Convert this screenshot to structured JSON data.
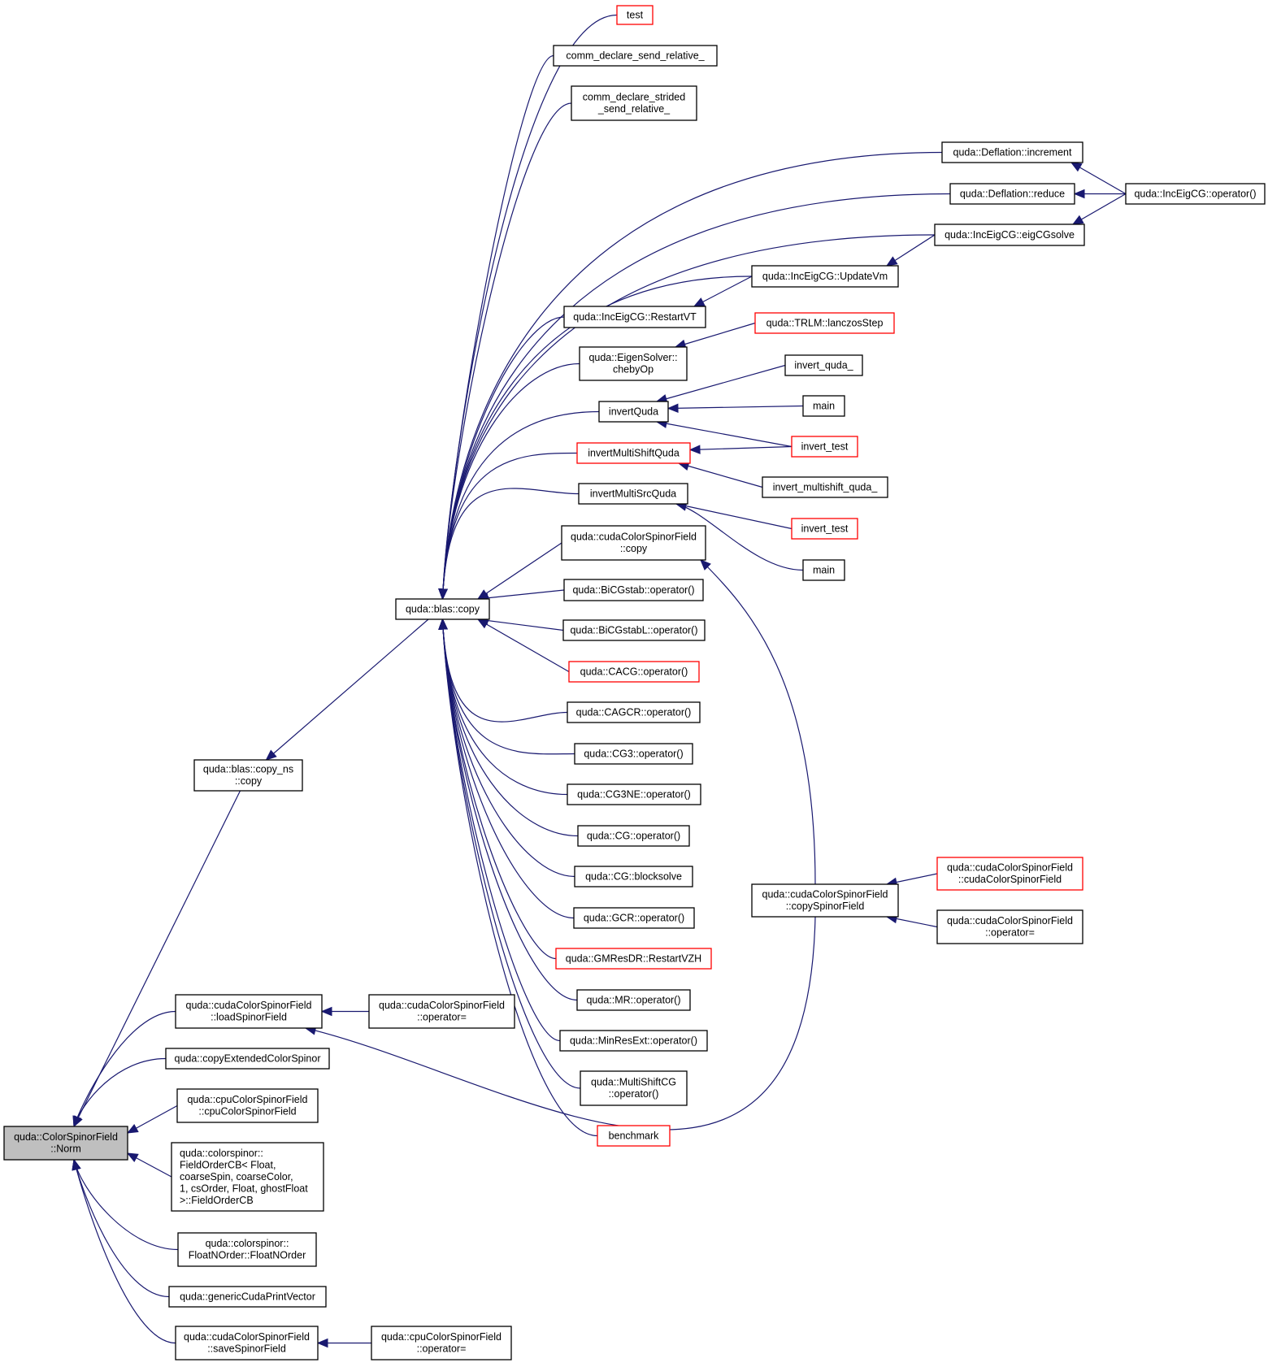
{
  "colors": {
    "edge": "#191970",
    "node_border": "#000000",
    "node_border_truncated": "#ff0000",
    "root_fill": "#bfbfbf",
    "background": "#ffffff"
  },
  "nodes": [
    {
      "id": "norm",
      "lines": [
        "quda::ColorSpinorField",
        "::Norm"
      ],
      "style": "root"
    },
    {
      "id": "copyns",
      "lines": [
        "quda::blas::copy_ns",
        "::copy"
      ],
      "style": "normal"
    },
    {
      "id": "blascopy",
      "lines": [
        "quda::blas::copy"
      ],
      "style": "normal"
    },
    {
      "id": "test",
      "lines": [
        "test"
      ],
      "style": "red"
    },
    {
      "id": "cdsr",
      "lines": [
        "comm_declare_send_relative_"
      ],
      "style": "normal"
    },
    {
      "id": "cdssr",
      "lines": [
        "comm_declare_strided",
        "_send_relative_"
      ],
      "style": "normal"
    },
    {
      "id": "definc",
      "lines": [
        "quda::Deflation::increment"
      ],
      "style": "normal"
    },
    {
      "id": "defred",
      "lines": [
        "quda::Deflation::reduce"
      ],
      "style": "normal"
    },
    {
      "id": "iegop",
      "lines": [
        "quda::IncEigCG::operator()"
      ],
      "style": "normal"
    },
    {
      "id": "eigcg",
      "lines": [
        "quda::IncEigCG::eigCGsolve"
      ],
      "style": "normal"
    },
    {
      "id": "updvm",
      "lines": [
        "quda::IncEigCG::UpdateVm"
      ],
      "style": "normal"
    },
    {
      "id": "restvt",
      "lines": [
        "quda::IncEigCG::RestartVT"
      ],
      "style": "normal"
    },
    {
      "id": "lanczos",
      "lines": [
        "quda::TRLM::lanczosStep"
      ],
      "style": "red"
    },
    {
      "id": "cheby",
      "lines": [
        "quda::EigenSolver::",
        "chebyOp"
      ],
      "style": "normal"
    },
    {
      "id": "invquda_",
      "lines": [
        "invert_quda_"
      ],
      "style": "normal"
    },
    {
      "id": "main1",
      "lines": [
        "main"
      ],
      "style": "normal"
    },
    {
      "id": "invquda",
      "lines": [
        "invertQuda"
      ],
      "style": "normal"
    },
    {
      "id": "invtest1",
      "lines": [
        "invert_test"
      ],
      "style": "red"
    },
    {
      "id": "invmsq",
      "lines": [
        "invertMultiShiftQuda"
      ],
      "style": "red"
    },
    {
      "id": "invms_",
      "lines": [
        "invert_multishift_quda_"
      ],
      "style": "normal"
    },
    {
      "id": "invmsrc",
      "lines": [
        "invertMultiSrcQuda"
      ],
      "style": "normal"
    },
    {
      "id": "invtest2",
      "lines": [
        "invert_test"
      ],
      "style": "red"
    },
    {
      "id": "main2",
      "lines": [
        "main"
      ],
      "style": "normal"
    },
    {
      "id": "cudacopy",
      "lines": [
        "quda::cudaColorSpinorField",
        "::copy"
      ],
      "style": "normal"
    },
    {
      "id": "bicgstab",
      "lines": [
        "quda::BiCGstab::operator()"
      ],
      "style": "normal"
    },
    {
      "id": "bicgstabl",
      "lines": [
        "quda::BiCGstabL::operator()"
      ],
      "style": "normal"
    },
    {
      "id": "cacg",
      "lines": [
        "quda::CACG::operator()"
      ],
      "style": "red"
    },
    {
      "id": "cagcr",
      "lines": [
        "quda::CAGCR::operator()"
      ],
      "style": "normal"
    },
    {
      "id": "cg3",
      "lines": [
        "quda::CG3::operator()"
      ],
      "style": "normal"
    },
    {
      "id": "cg3ne",
      "lines": [
        "quda::CG3NE::operator()"
      ],
      "style": "normal"
    },
    {
      "id": "cg",
      "lines": [
        "quda::CG::operator()"
      ],
      "style": "normal"
    },
    {
      "id": "cgblock",
      "lines": [
        "quda::CG::blocksolve"
      ],
      "style": "normal"
    },
    {
      "id": "gcr",
      "lines": [
        "quda::GCR::operator()"
      ],
      "style": "normal"
    },
    {
      "id": "gmres",
      "lines": [
        "quda::GMResDR::RestartVZH"
      ],
      "style": "red"
    },
    {
      "id": "mr",
      "lines": [
        "quda::MR::operator()"
      ],
      "style": "normal"
    },
    {
      "id": "minres",
      "lines": [
        "quda::MinResExt::operator()"
      ],
      "style": "normal"
    },
    {
      "id": "mscg",
      "lines": [
        "quda::MultiShiftCG",
        "::operator()"
      ],
      "style": "normal"
    },
    {
      "id": "bench",
      "lines": [
        "benchmark"
      ],
      "style": "red"
    },
    {
      "id": "copysf",
      "lines": [
        "quda::cudaColorSpinorField",
        "::copySpinorField"
      ],
      "style": "normal"
    },
    {
      "id": "cudactor",
      "lines": [
        "quda::cudaColorSpinorField",
        "::cudaColorSpinorField"
      ],
      "style": "red"
    },
    {
      "id": "cudaeq1",
      "lines": [
        "quda::cudaColorSpinorField",
        "::operator="
      ],
      "style": "normal"
    },
    {
      "id": "loadsf",
      "lines": [
        "quda::cudaColorSpinorField",
        "::loadSpinorField"
      ],
      "style": "normal"
    },
    {
      "id": "cudaeq2",
      "lines": [
        "quda::cudaColorSpinorField",
        "::operator="
      ],
      "style": "normal"
    },
    {
      "id": "copyext",
      "lines": [
        "quda::copyExtendedColorSpinor"
      ],
      "style": "normal"
    },
    {
      "id": "cpuctor",
      "lines": [
        "quda::cpuColorSpinorField",
        "::cpuColorSpinorField"
      ],
      "style": "normal"
    },
    {
      "id": "focb",
      "lines": [
        "quda::colorspinor::",
        "FieldOrderCB< Float,",
        " coarseSpin, coarseColor,",
        " 1, csOrder, Float, ghostFloat",
        " >::FieldOrderCB"
      ],
      "style": "normal",
      "align": "left"
    },
    {
      "id": "fno",
      "lines": [
        "quda::colorspinor::",
        "FloatNOrder::FloatNOrder"
      ],
      "style": "normal"
    },
    {
      "id": "gcpv",
      "lines": [
        "quda::genericCudaPrintVector"
      ],
      "style": "normal"
    },
    {
      "id": "savesf",
      "lines": [
        "quda::cudaColorSpinorField",
        "::saveSpinorField"
      ],
      "style": "normal"
    },
    {
      "id": "cpueq",
      "lines": [
        "quda::cpuColorSpinorField",
        "::operator="
      ],
      "style": "normal"
    }
  ],
  "edges": [
    {
      "from": "copyns",
      "to": "norm"
    },
    {
      "from": "loadsf",
      "to": "norm"
    },
    {
      "from": "copyext",
      "to": "norm"
    },
    {
      "from": "cpuctor",
      "to": "norm"
    },
    {
      "from": "focb",
      "to": "norm"
    },
    {
      "from": "fno",
      "to": "norm"
    },
    {
      "from": "gcpv",
      "to": "norm"
    },
    {
      "from": "savesf",
      "to": "norm"
    },
    {
      "from": "blascopy",
      "to": "copyns"
    },
    {
      "from": "test",
      "to": "blascopy"
    },
    {
      "from": "cdsr",
      "to": "blascopy"
    },
    {
      "from": "cdssr",
      "to": "blascopy"
    },
    {
      "from": "definc",
      "to": "blascopy"
    },
    {
      "from": "defred",
      "to": "blascopy"
    },
    {
      "from": "eigcg",
      "to": "blascopy"
    },
    {
      "from": "updvm",
      "to": "blascopy"
    },
    {
      "from": "restvt",
      "to": "blascopy"
    },
    {
      "from": "cheby",
      "to": "blascopy"
    },
    {
      "from": "invquda",
      "to": "blascopy"
    },
    {
      "from": "invmsq",
      "to": "blascopy"
    },
    {
      "from": "invmsrc",
      "to": "blascopy"
    },
    {
      "from": "cudacopy",
      "to": "blascopy"
    },
    {
      "from": "bicgstab",
      "to": "blascopy"
    },
    {
      "from": "bicgstabl",
      "to": "blascopy"
    },
    {
      "from": "cacg",
      "to": "blascopy"
    },
    {
      "from": "cagcr",
      "to": "blascopy"
    },
    {
      "from": "cg3",
      "to": "blascopy"
    },
    {
      "from": "cg3ne",
      "to": "blascopy"
    },
    {
      "from": "cg",
      "to": "blascopy"
    },
    {
      "from": "cgblock",
      "to": "blascopy"
    },
    {
      "from": "gcr",
      "to": "blascopy"
    },
    {
      "from": "gmres",
      "to": "blascopy"
    },
    {
      "from": "mr",
      "to": "blascopy"
    },
    {
      "from": "minres",
      "to": "blascopy"
    },
    {
      "from": "mscg",
      "to": "blascopy"
    },
    {
      "from": "bench",
      "to": "blascopy"
    },
    {
      "from": "iegop",
      "to": "definc"
    },
    {
      "from": "iegop",
      "to": "defred"
    },
    {
      "from": "iegop",
      "to": "eigcg"
    },
    {
      "from": "eigcg",
      "to": "updvm"
    },
    {
      "from": "updvm",
      "to": "restvt"
    },
    {
      "from": "lanczos",
      "to": "cheby"
    },
    {
      "from": "invquda_",
      "to": "invquda"
    },
    {
      "from": "main1",
      "to": "invquda"
    },
    {
      "from": "invtest1",
      "to": "invquda"
    },
    {
      "from": "invtest1",
      "to": "invmsq"
    },
    {
      "from": "invms_",
      "to": "invmsq"
    },
    {
      "from": "invtest2",
      "to": "invmsrc"
    },
    {
      "from": "main2",
      "to": "invmsrc"
    },
    {
      "from": "copysf",
      "to": "cudacopy"
    },
    {
      "from": "cudactor",
      "to": "copysf"
    },
    {
      "from": "cudaeq1",
      "to": "copysf"
    },
    {
      "from": "cudaeq2",
      "to": "loadsf"
    },
    {
      "from": "copysf",
      "to": "loadsf"
    },
    {
      "from": "cpueq",
      "to": "savesf"
    }
  ]
}
